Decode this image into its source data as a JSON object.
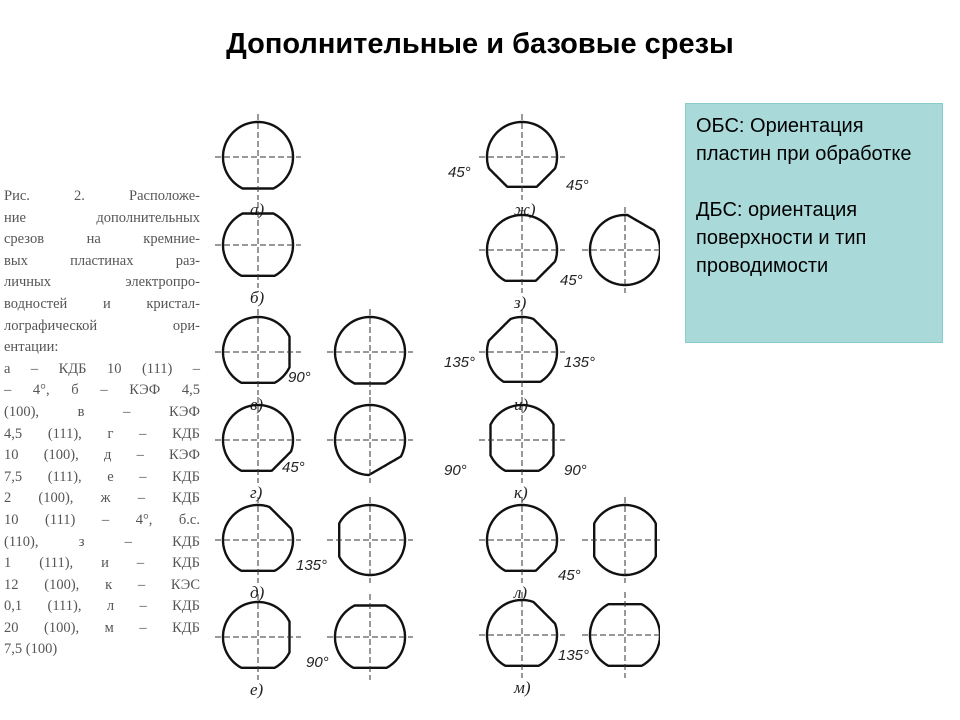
{
  "title": "Дополнительные и базовые срезы",
  "caption_lines": [
    "Рис. 2. Расположе-",
    "ние дополнительных",
    "срезов на кремние-",
    "вых пластинах раз-",
    "личных электропро-",
    "водностей и кристал-",
    "лографической ори-",
    "ентации:",
    "а – КДБ 10 (111) –",
    "– 4°, б – КЭФ 4,5",
    "(100), в – КЭФ",
    "4,5 (111), г – КДБ",
    "10 (100), д – КЭФ",
    "7,5 (111), е – КДБ",
    "2 (100), ж – КДБ",
    "10 (111) – 4°, б.с.",
    "(110), з – КДБ",
    "1 (111), и – КДБ",
    "12 (100), к – КЭС",
    "0,1 (111), л – КДБ",
    "20 (100), м – КДБ",
    "7,5 (100)"
  ],
  "note": {
    "obs": "ОБС: Ориентация пластин при обработке",
    "dbs": "ДБС: ориентация поверхности и тип проводимости"
  },
  "figure": {
    "labels": [
      "а)",
      "б)",
      "в)",
      "г)",
      "д)",
      "е)",
      "ж)",
      "з)",
      "и)",
      "к)",
      "л)",
      "м)"
    ],
    "angles": [
      "45°",
      "45°",
      "45°",
      "90°",
      "45°",
      "135°",
      "90°",
      "135°",
      "135°",
      "90°",
      "90°",
      "45°",
      "135°"
    ]
  }
}
